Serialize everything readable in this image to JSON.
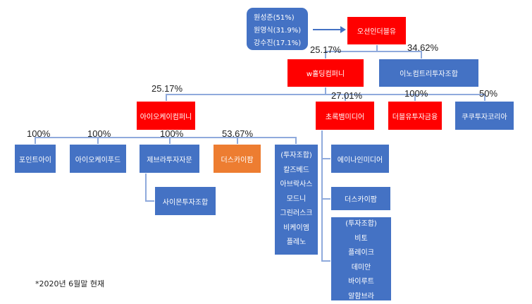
{
  "owners": [
    "원성준(51%)",
    "원영식(31.9%)",
    "강수진(17.1%)"
  ],
  "top": "오션인더블유",
  "level1": {
    "w": "w홀딩컴퍼니",
    "w_pct": "25.17%",
    "inno": "이노컴트리투자조합",
    "inno_pct": "34.62%"
  },
  "level2": {
    "iok": "아이오케이컴퍼니",
    "iok_pct": "25.17%",
    "chorok": "초록뱀미디어",
    "chorok_pct": "27.01%",
    "wfin": "더블유투자금융",
    "wfin_pct": "100%",
    "cuckoo": "쿠쿠투자코리아",
    "cuckoo_pct": "50%"
  },
  "iok_subs": [
    {
      "name": "포인트아이",
      "pct": "100%"
    },
    {
      "name": "아이오케이푸드",
      "pct": "100%"
    },
    {
      "name": "제브라투자자문",
      "pct": "100%"
    },
    {
      "name": "더스카이팜",
      "pct": "53.67%"
    }
  ],
  "simon": "사이몬투자조합",
  "funds": [
    "(투자조합)",
    "칼즈베드",
    "아브락사스",
    "모드니",
    "그린러스크",
    "비케이엠",
    "플레노"
  ],
  "chorok_subs": [
    "에이나인미디어",
    "더스카이팜"
  ],
  "chorok_funds": [
    "(투자조합)",
    "비토",
    "플레이크",
    "데미안",
    "바이루트",
    "알함브라"
  ],
  "footnote": "*2020년 6월말 현재"
}
